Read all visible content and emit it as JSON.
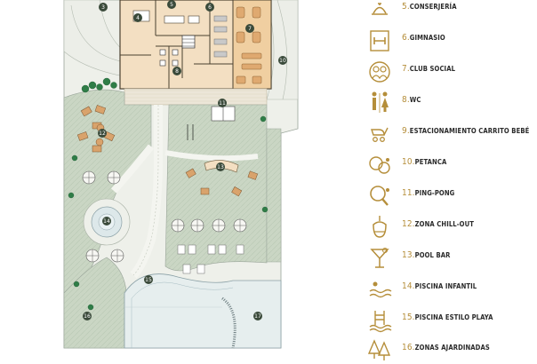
{
  "legend": {
    "items": [
      {
        "num": "5",
        "label": "CONSERJERÍA",
        "icon": "concierge-icon"
      },
      {
        "num": "6",
        "label": "GIMNASIO",
        "icon": "gym-icon"
      },
      {
        "num": "7",
        "label": "CLUB SOCIAL",
        "icon": "social-club-icon"
      },
      {
        "num": "8",
        "label": "WC",
        "icon": "wc-icon"
      },
      {
        "num": "9",
        "label": "ESTACIONAMIENTO CARRITO BEBÉ",
        "icon": "stroller-icon"
      },
      {
        "num": "10",
        "label": "PETANCA",
        "icon": "petanque-icon"
      },
      {
        "num": "11",
        "label": "PING-PONG",
        "icon": "ping-pong-icon"
      },
      {
        "num": "12",
        "label": "ZONA CHILL-OUT",
        "icon": "swing-chair-icon"
      },
      {
        "num": "13",
        "label": "POOL BAR",
        "icon": "cocktail-icon"
      },
      {
        "num": "14",
        "label": "PISCINA INFANTIL",
        "icon": "kids-pool-icon"
      },
      {
        "num": "15",
        "label": "PISCINA ESTILO PLAYA",
        "icon": "pool-ladder-icon"
      },
      {
        "num": "16",
        "label": "ZONAS AJARDINADAS",
        "icon": "trees-icon"
      }
    ]
  },
  "plan": {
    "markers": [
      "3",
      "4",
      "5",
      "6",
      "7",
      "8",
      "10",
      "11",
      "12",
      "13",
      "14",
      "15",
      "16",
      "17"
    ]
  },
  "colors": {
    "gold": "#b58e3a",
    "lawn": "#cfd9c8",
    "path": "#eef0ea",
    "building": "#f3dfc2",
    "water": "#dde8ea",
    "tree": "#2f7d47"
  }
}
